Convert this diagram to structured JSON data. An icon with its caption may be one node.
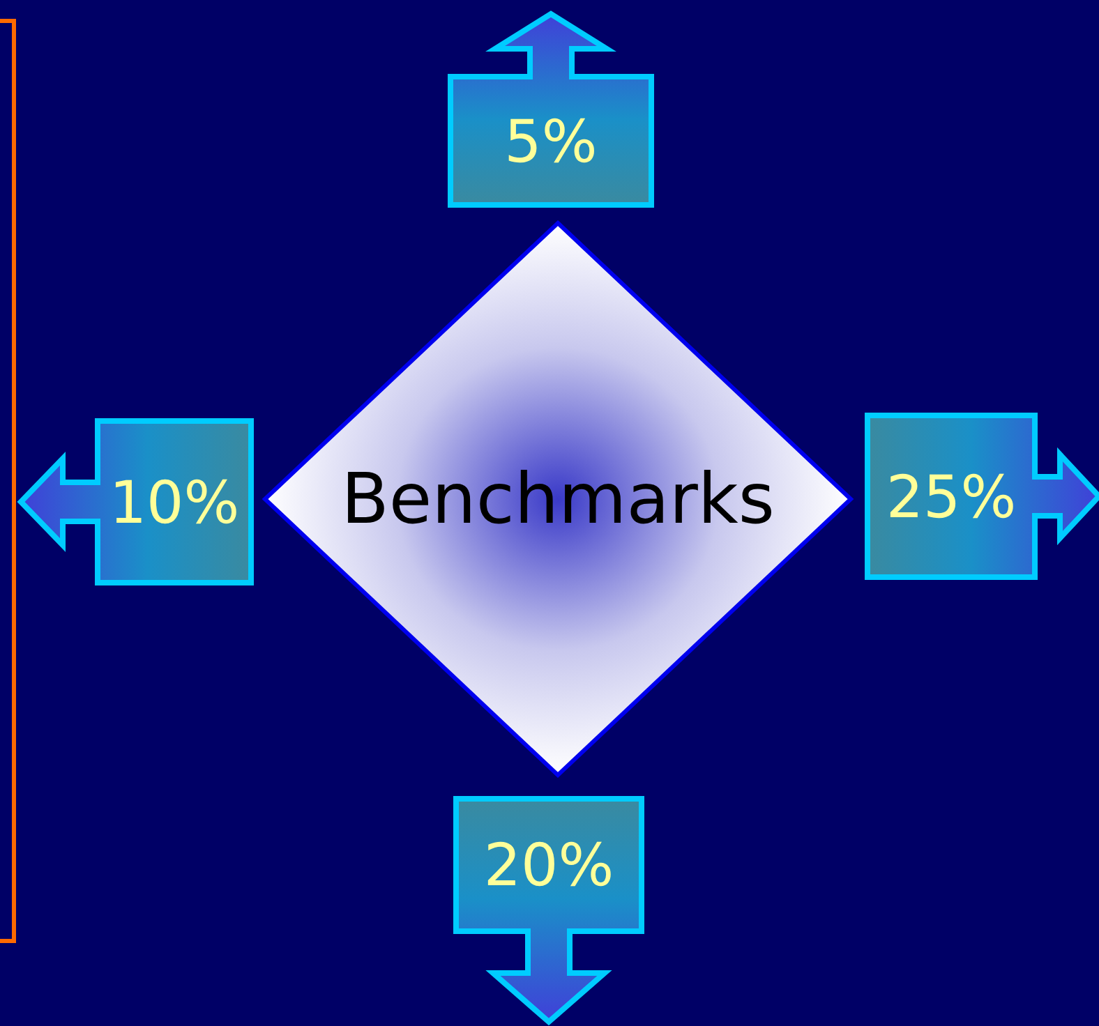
{
  "diagram": {
    "nodes": [
      {
        "text": [
          "5%"
        ]
      },
      {
        "text": [
          "10%"
        ]
      },
      {
        "text": [
          "Benchmarks"
        ]
      },
      {
        "text": [
          "25%"
        ]
      },
      {
        "text": [
          "20%"
        ]
      }
    ]
  }
}
